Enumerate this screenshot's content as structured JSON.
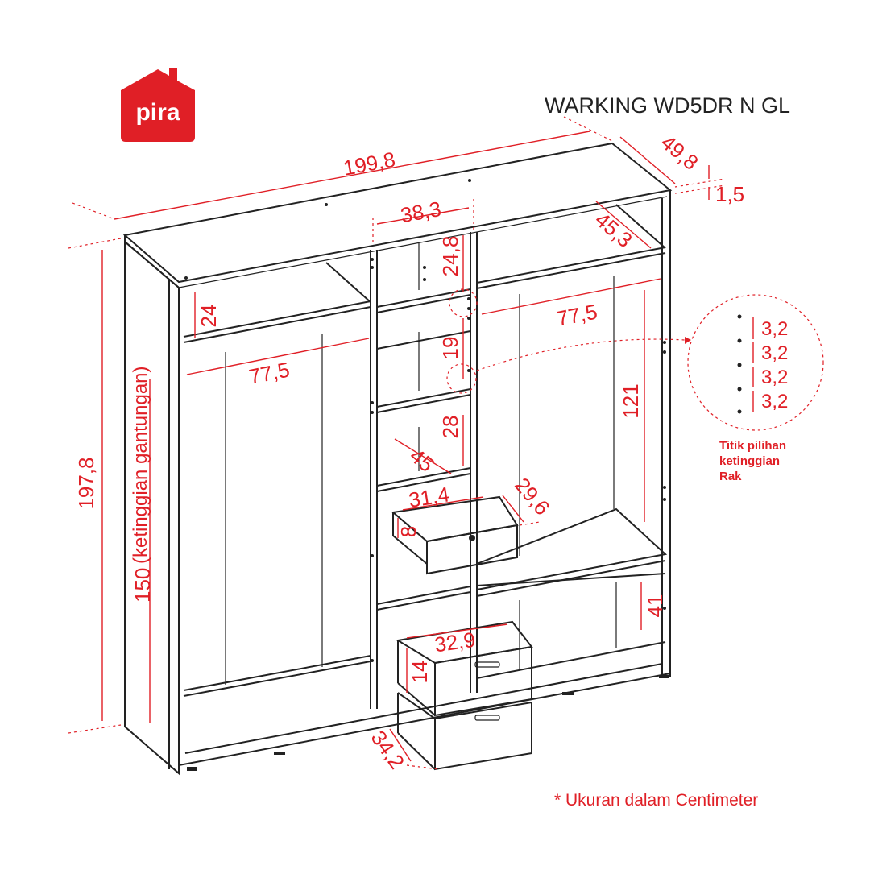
{
  "brand": {
    "name": "pira",
    "color": "#e01f26"
  },
  "product": {
    "title": "WARKING WD5DR N GL"
  },
  "colors": {
    "accent": "#e01f26",
    "line": "#222222",
    "background": "#ffffff"
  },
  "dimensions": {
    "total_width": "199,8",
    "total_depth": "49,8",
    "top_thickness": "1,5",
    "total_height": "197,8",
    "center_width": "38,3",
    "top_shelf_depth": "45,3",
    "center_top_height": "24,8",
    "left_top_height": "24",
    "left_width": "77,5",
    "right_width": "77,5",
    "center_shelf_gap": "19",
    "center_lower_height": "28",
    "center_shelf_depth": "45",
    "right_hang_height": "121",
    "small_drawer_width": "31,4",
    "small_drawer_depth": "29,6",
    "small_drawer_height": "8",
    "right_bottom_height": "41",
    "large_drawer_width": "32,9",
    "large_drawer_height": "14",
    "large_drawer_depth": "34,2",
    "hanging_height": "150"
  },
  "labels": {
    "hanging_height_note": "(ketinggian gantungan)",
    "shelf_options_line1": "Titik pilihan",
    "shelf_options_line2": "ketinggian",
    "shelf_options_line3": "Rak",
    "units_note": "* Ukuran dalam Centimeter"
  },
  "shelf_steps": [
    "3,2",
    "3,2",
    "3,2",
    "3,2"
  ]
}
